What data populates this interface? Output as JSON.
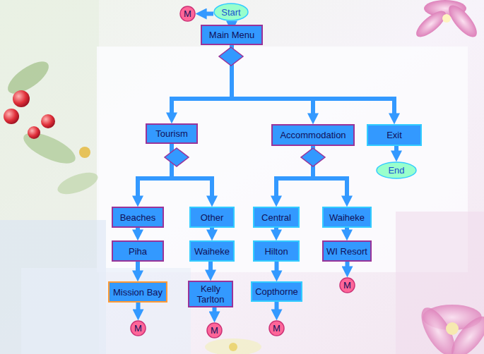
{
  "diagram": {
    "nodes": [
      {
        "text": [
          "M"
        ]
      },
      {
        "text": [
          "Start"
        ]
      },
      {
        "text": [
          "Main Menu"
        ]
      },
      {
        "text": [
          "Tourism"
        ]
      },
      {
        "text": [
          "Accommodation"
        ]
      },
      {
        "text": [
          "Exit"
        ]
      },
      {
        "text": [
          "Beaches"
        ]
      },
      {
        "text": [
          "Other"
        ]
      },
      {
        "text": [
          "Central"
        ]
      },
      {
        "text": [
          "Waiheke"
        ]
      },
      {
        "text": [
          "End"
        ]
      },
      {
        "text": [
          "Piha"
        ]
      },
      {
        "text": [
          "Waiheke"
        ]
      },
      {
        "text": [
          "Hilton"
        ]
      },
      {
        "text": [
          "WI Resort"
        ]
      },
      {
        "text": [
          "M"
        ]
      },
      {
        "text": [
          "Mission Bay"
        ]
      },
      {
        "text": [
          "Kelly Tarlton"
        ]
      },
      {
        "text": [
          "Copthorne"
        ]
      },
      {
        "text": [
          "M"
        ]
      },
      {
        "text": [
          "M"
        ]
      },
      {
        "text": [
          "M"
        ]
      }
    ],
    "edges": [
      {
        "from": 1,
        "to": 0,
        "arrow": "to"
      },
      {
        "from": 1,
        "to": 2,
        "arrow": "to"
      },
      {
        "from": 2,
        "to": 3,
        "arrow": "to"
      },
      {
        "from": 2,
        "to": 4,
        "arrow": "to"
      },
      {
        "from": 2,
        "to": 5,
        "arrow": "to"
      },
      {
        "from": 3,
        "to": 6,
        "arrow": "to"
      },
      {
        "from": 3,
        "to": 7,
        "arrow": "to"
      },
      {
        "from": 4,
        "to": 8,
        "arrow": "to"
      },
      {
        "from": 4,
        "to": 9,
        "arrow": "to"
      },
      {
        "from": 5,
        "to": 10,
        "arrow": "to"
      },
      {
        "from": 6,
        "to": 11,
        "arrow": "to"
      },
      {
        "from": 11,
        "to": 16,
        "arrow": "to"
      },
      {
        "from": 16,
        "to": 19,
        "arrow": "to"
      },
      {
        "from": 7,
        "to": 12,
        "arrow": "to"
      },
      {
        "from": 12,
        "to": 17,
        "arrow": "to"
      },
      {
        "from": 17,
        "to": 20,
        "arrow": "to"
      },
      {
        "from": 8,
        "to": 13,
        "arrow": "to"
      },
      {
        "from": 13,
        "to": 18,
        "arrow": "to"
      },
      {
        "from": 18,
        "to": 21,
        "arrow": "to"
      },
      {
        "from": 9,
        "to": 14,
        "arrow": "to"
      },
      {
        "from": 14,
        "to": 15,
        "arrow": "to"
      }
    ]
  }
}
